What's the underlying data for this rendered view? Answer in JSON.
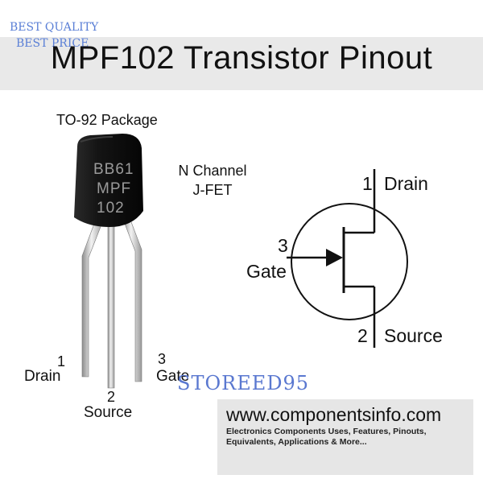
{
  "badges": {
    "quality": "BEST QUALITY",
    "price": "BEST PRICE"
  },
  "title": "MPF102 Transistor Pinout",
  "package_label": "TO-92 Package",
  "device_type": {
    "line1": "N Channel",
    "line2": "J-FET"
  },
  "chip_marking": {
    "line1": "BB61",
    "line2": "MPF",
    "line3": "102"
  },
  "package_pins": [
    {
      "number": "1",
      "name": "Drain"
    },
    {
      "number": "2",
      "name": "Source"
    },
    {
      "number": "3",
      "name": "Gate"
    }
  ],
  "symbol_pins": [
    {
      "number": "1",
      "name": "Drain"
    },
    {
      "number": "2",
      "name": "Source"
    },
    {
      "number": "3",
      "name": "Gate"
    }
  ],
  "watermark": "STOREED95",
  "footer": {
    "site": "www.componentsinfo.com",
    "tagline": "Electronics Components Uses, Features, Pinouts, Equivalents, Applications & More..."
  },
  "colors": {
    "badge": "#5a7fd6",
    "title_band": "#e9e9e9",
    "footer_box": "#e6e6e6",
    "chip_body": "#111111"
  }
}
